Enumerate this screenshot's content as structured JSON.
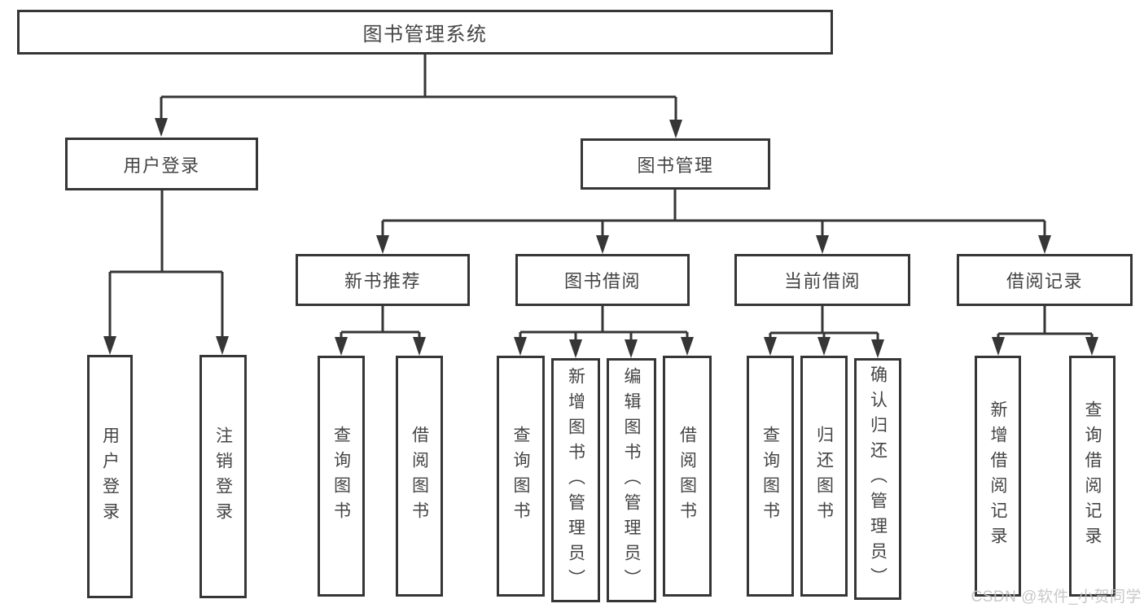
{
  "diagram": {
    "title": "图书管理系统",
    "root": {
      "label": "图书管理系统"
    },
    "level2": {
      "user_login": {
        "label": "用户登录"
      },
      "book_management": {
        "label": "图书管理"
      }
    },
    "level3": {
      "new_book_recommendation": {
        "label": "新书推荐"
      },
      "book_borrowing": {
        "label": "图书借阅"
      },
      "current_borrowing": {
        "label": "当前借阅"
      },
      "borrowing_records": {
        "label": "借阅记录"
      }
    },
    "leaves": {
      "user_login": {
        "label": "用户登录"
      },
      "logout": {
        "label": "注销登录"
      },
      "recommend_query_books": {
        "label": "查询图书"
      },
      "recommend_borrow_books": {
        "label": "借阅图书"
      },
      "borrowing_query_books": {
        "label": "查询图书"
      },
      "borrowing_add_books_admin": {
        "label": "新增图书（管理员）"
      },
      "borrowing_edit_books_admin": {
        "label": "编辑图书（管理员）"
      },
      "borrowing_borrow_books": {
        "label": "借阅图书"
      },
      "current_query_books": {
        "label": "查询图书"
      },
      "current_return_books": {
        "label": "归还图书"
      },
      "current_confirm_return_admin": {
        "label": "确认归还（管理员）"
      },
      "records_add_record": {
        "label": "新增借阅记录"
      },
      "records_query_record": {
        "label": "查询借阅记录"
      }
    },
    "watermark": "CSDN @软件_小贺同学",
    "colors": {
      "line": "#363636",
      "box_border": "#363636",
      "text": "#444444",
      "background": "#ffffff",
      "watermark": "#c3c3c3"
    }
  }
}
